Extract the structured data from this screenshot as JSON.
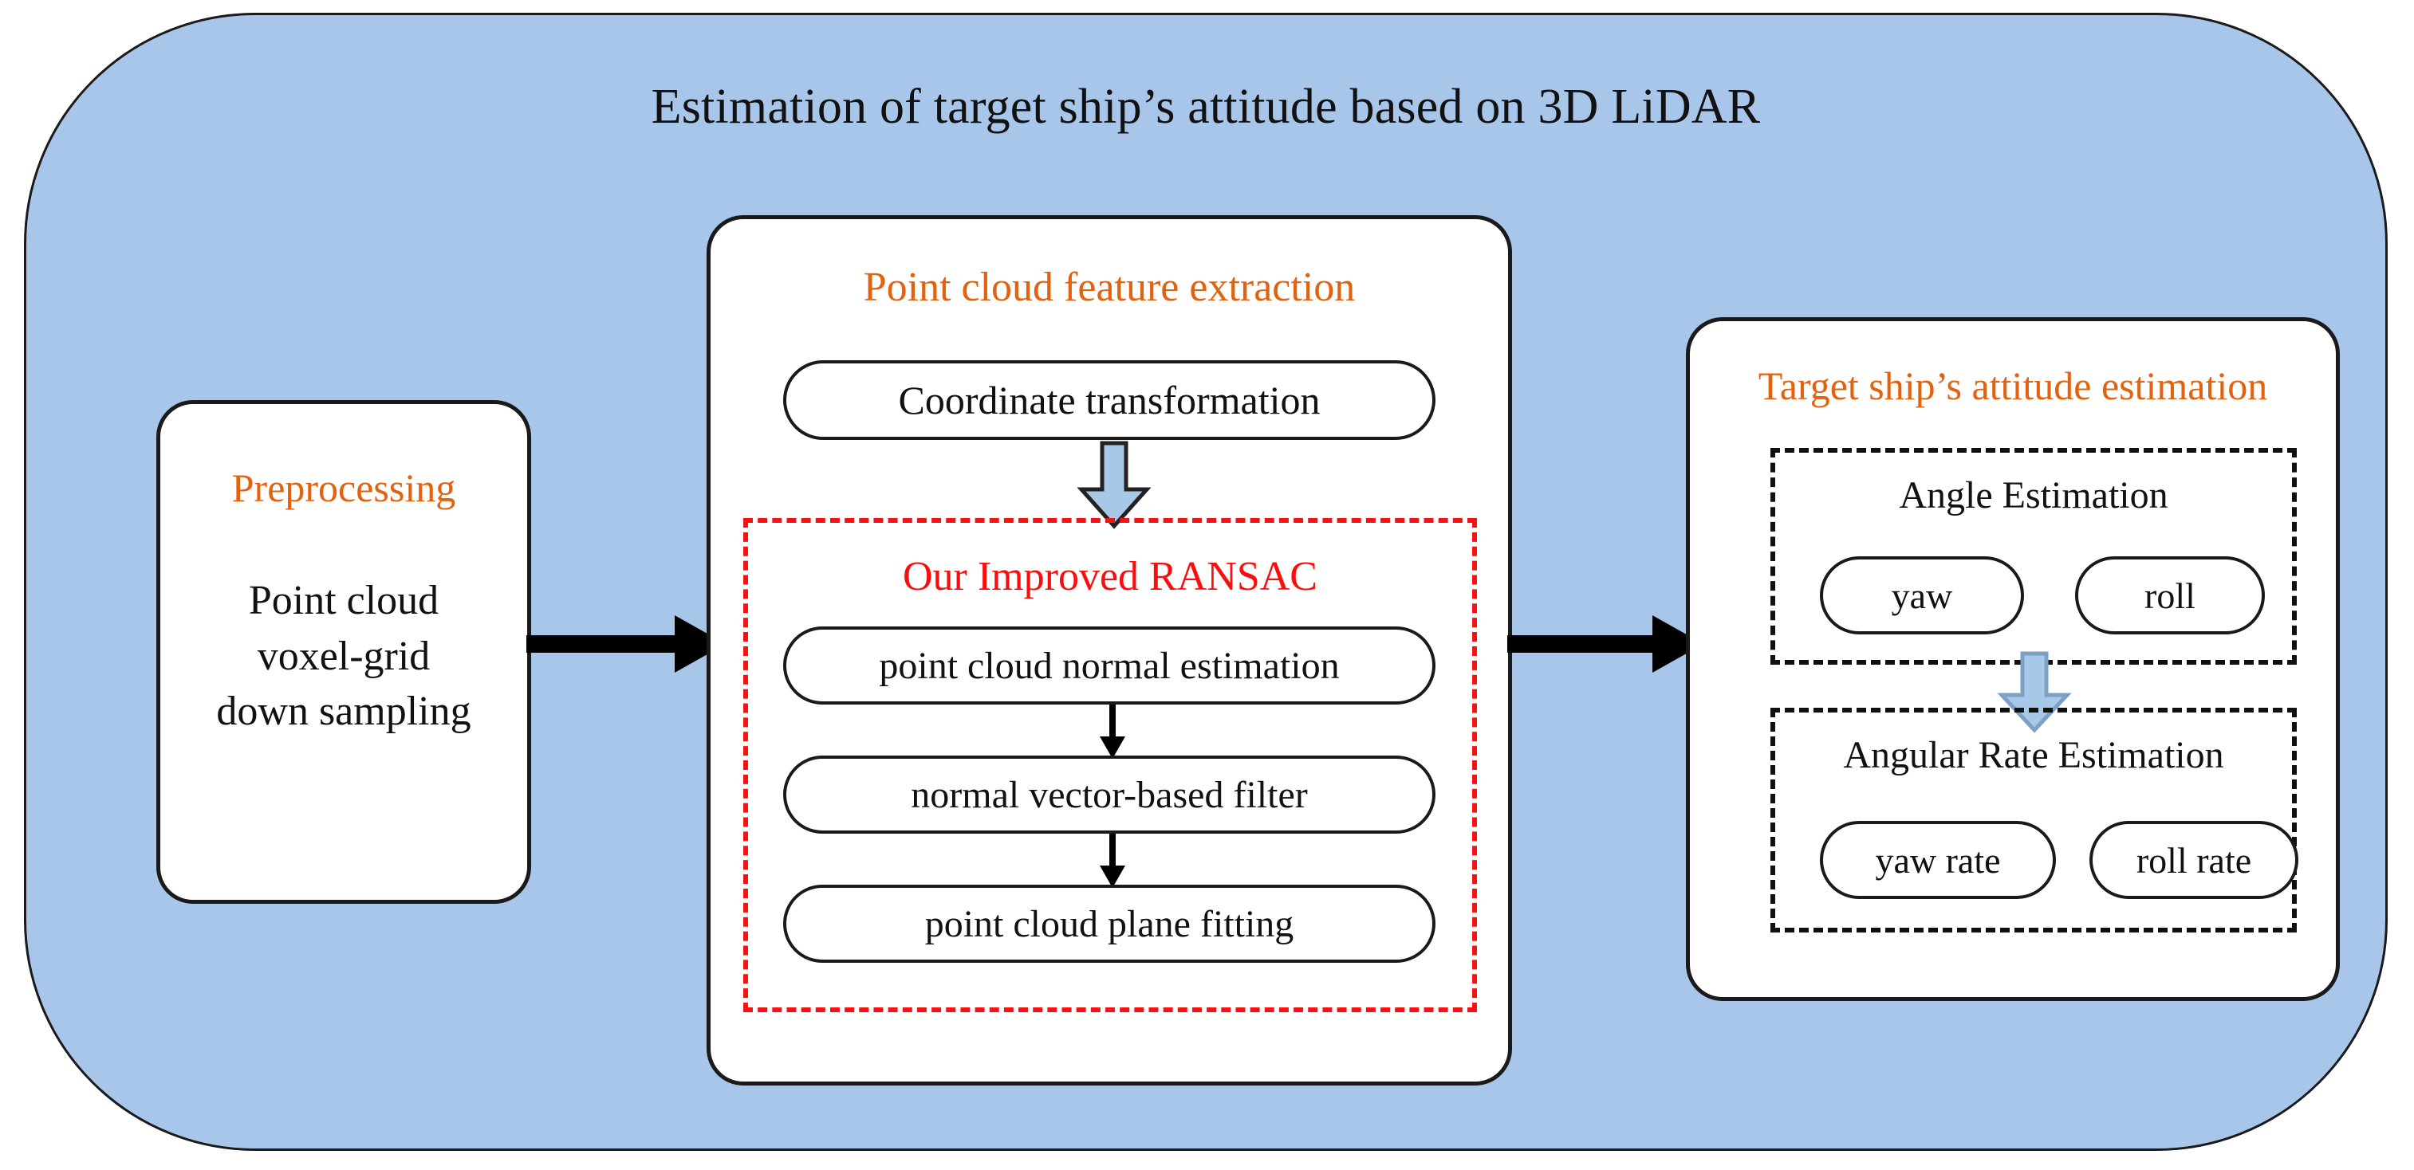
{
  "diagram": {
    "title": "Estimation of target ship’s attitude based on 3D LiDAR",
    "background_color": "#a8c6ea",
    "accent_color": "#e2620f",
    "highlight_color": "#fb0d0d",
    "stages": {
      "preprocessing": {
        "heading": "Preprocessing",
        "body": "Point cloud\nvoxel-grid\ndown sampling"
      },
      "feature_extraction": {
        "heading": "Point cloud feature extraction",
        "coordinate_transformation": "Coordinate transformation",
        "ransac": {
          "heading": "Our Improved  RANSAC",
          "steps": [
            "point cloud normal estimation",
            "normal vector-based  filter",
            "point cloud plane fitting"
          ]
        }
      },
      "attitude_estimation": {
        "heading": "Target ship’s attitude estimation",
        "angle": {
          "heading": "Angle Estimation",
          "outputs": [
            "yaw",
            "roll"
          ]
        },
        "angular_rate": {
          "heading": "Angular Rate Estimation",
          "outputs": [
            "yaw rate",
            "roll rate"
          ]
        }
      }
    }
  }
}
